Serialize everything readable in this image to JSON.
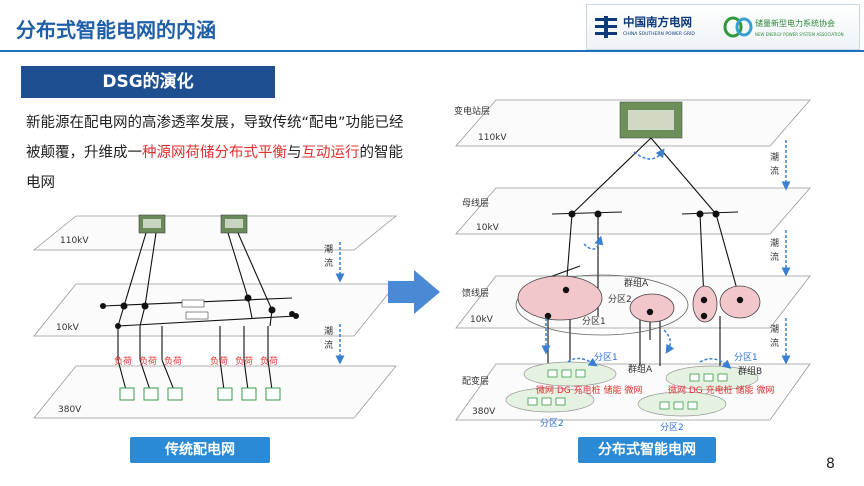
{
  "header": {
    "title": "分布式智能电网的内涵",
    "csg_cn": "中国南方电网",
    "csg_en": "CHINA SOUTHERN POWER GRID",
    "assoc_cn": "储量新型电力系统协会",
    "assoc_en": "NEW ENERGY POWER SYSTEM ASSOCIATION"
  },
  "section_title": "DSG的演化",
  "description": {
    "p1": "新能源在配电网的高渗透率发展，导致传统“配电”功能已经被颠覆，升维成一",
    "h1": "种源网荷储分布式平衡",
    "p2": "与",
    "h2": "互动运行",
    "p3": "的智能电网"
  },
  "left_diagram": {
    "v110": "110kV",
    "v10": "10kV",
    "v380": "380V",
    "flow": [
      "潮",
      "流"
    ],
    "load": "负荷",
    "caption": "传统配电网"
  },
  "right_diagram": {
    "substation_layer": "变电站层",
    "v110": "110kV",
    "bus_layer": "母线层",
    "v10_bus": "10kV",
    "feeder_layer": "馈线层",
    "v10_feeder": "10kV",
    "distribution_layer": "配变层",
    "v380": "380V",
    "flow": [
      "潮",
      "流"
    ],
    "group_a": "群组A",
    "group_b": "群组B",
    "zone1": "分区1",
    "zone2": "分区2",
    "micro_line": "微网 DG 充电桩 储能 微网",
    "caption": "分布式智能电网"
  },
  "page_number": "8",
  "colors": {
    "title_blue": "#1f5fa8",
    "section_bg": "#1e4f91",
    "highlight_red": "#e03030",
    "caption_bg": "#2a8ad6",
    "arrow_blue": "#3a7fd0"
  },
  "icons": [
    "power-station-icon",
    "house-icon",
    "arrow-right-icon"
  ]
}
